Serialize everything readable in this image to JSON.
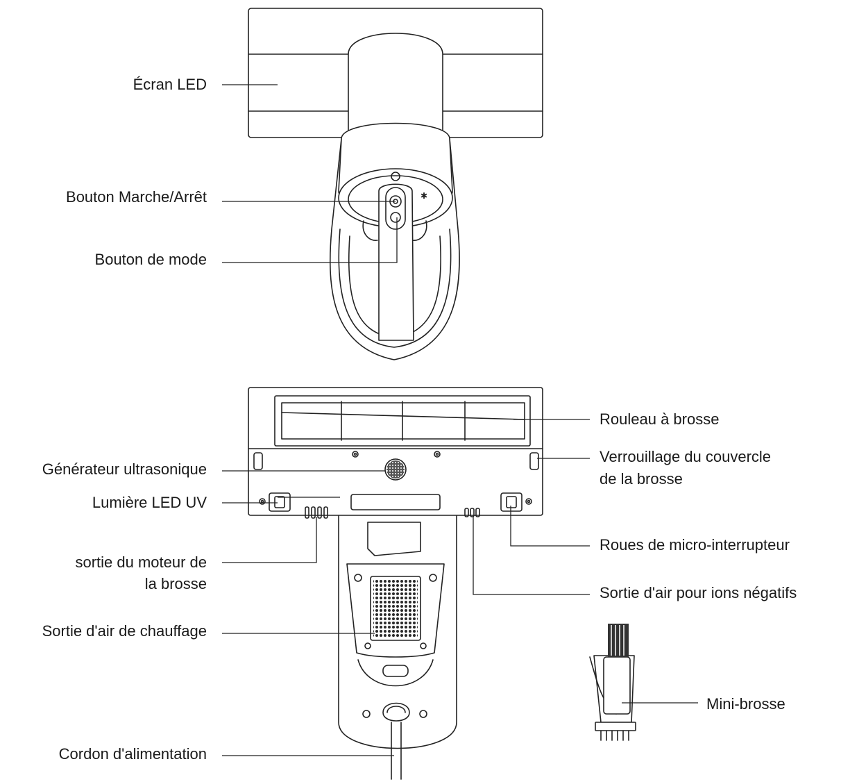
{
  "labels": {
    "ecran_led": "Écran LED",
    "bouton_marche": "Bouton Marche/Arrêt",
    "bouton_mode": "Bouton de mode",
    "generateur": "Générateur ultrasonique",
    "lumiere_uv": "Lumière LED UV",
    "sortie_moteur_1": "sortie du moteur de",
    "sortie_moteur_2": "la brosse",
    "sortie_chauffage": "Sortie d'air de chauffage",
    "cordon": "Cordon d'alimentation",
    "rouleau": "Rouleau à brosse",
    "verrouillage_1": "Verrouillage du couvercle",
    "verrouillage_2": "de la brosse",
    "roues": "Roues de micro-interrupteur",
    "sortie_ions": "Sortie d'air pour ions négatifs",
    "mini_brosse": "Mini-brosse"
  }
}
